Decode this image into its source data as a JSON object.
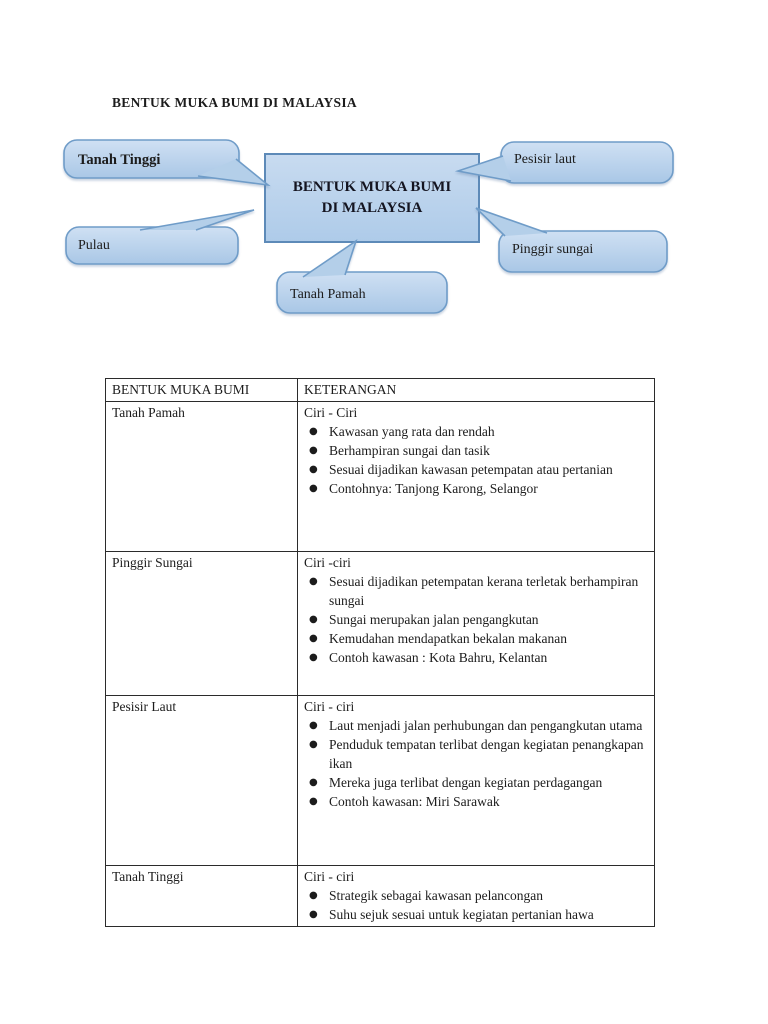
{
  "page": {
    "title": "BENTUK MUKA BUMI DI MALAYSIA"
  },
  "icons": {
    "bullet": "●"
  },
  "diagram": {
    "center": {
      "line1": "BENTUK MUKA BUMI",
      "line2": "DI MALAYSIA"
    },
    "callouts": {
      "tanah_tinggi": "Tanah Tinggi",
      "pulau": "Pulau",
      "tanah_pamah": "Tanah Pamah",
      "pesisir_laut": "Pesisir laut",
      "pinggir_sungai": "Pinggir sungai"
    },
    "colors": {
      "bubble_fill_top": "#cfe0f3",
      "bubble_fill_bottom": "#a9c7e6",
      "bubble_border": "#6f9cc8",
      "box_border": "#5d8ab8"
    }
  },
  "table": {
    "headers": {
      "col1": "BENTUK MUKA BUMI",
      "col2": "KETERANGAN"
    },
    "rows": [
      {
        "landform": "Tanah Pamah",
        "ciri": "Ciri - Ciri",
        "points": [
          "Kawasan yang rata dan rendah",
          "Berhampiran sungai dan tasik",
          "Sesuai dijadikan kawasan petempatan atau pertanian",
          "Contohnya: Tanjong Karong, Selangor"
        ]
      },
      {
        "landform": "Pinggir Sungai",
        "ciri": "Ciri -ciri",
        "points": [
          "Sesuai dijadikan petempatan kerana terletak berhampiran sungai",
          "Sungai merupakan jalan pengangkutan",
          "Kemudahan mendapatkan bekalan makanan",
          "Contoh kawasan : Kota Bahru, Kelantan"
        ]
      },
      {
        "landform": "Pesisir Laut",
        "ciri": "Ciri - ciri",
        "points": [
          "Laut menjadi jalan perhubungan dan pengangkutan utama",
          "Penduduk tempatan terlibat dengan kegiatan penangkapan ikan",
          "Mereka juga terlibat dengan kegiatan perdagangan",
          "Contoh kawasan: Miri Sarawak"
        ]
      },
      {
        "landform": "Tanah Tinggi",
        "ciri": "Ciri - ciri",
        "points": [
          "Strategik sebagai kawasan pelancongan",
          "Suhu sejuk sesuai untuk kegiatan pertanian hawa"
        ]
      }
    ]
  }
}
